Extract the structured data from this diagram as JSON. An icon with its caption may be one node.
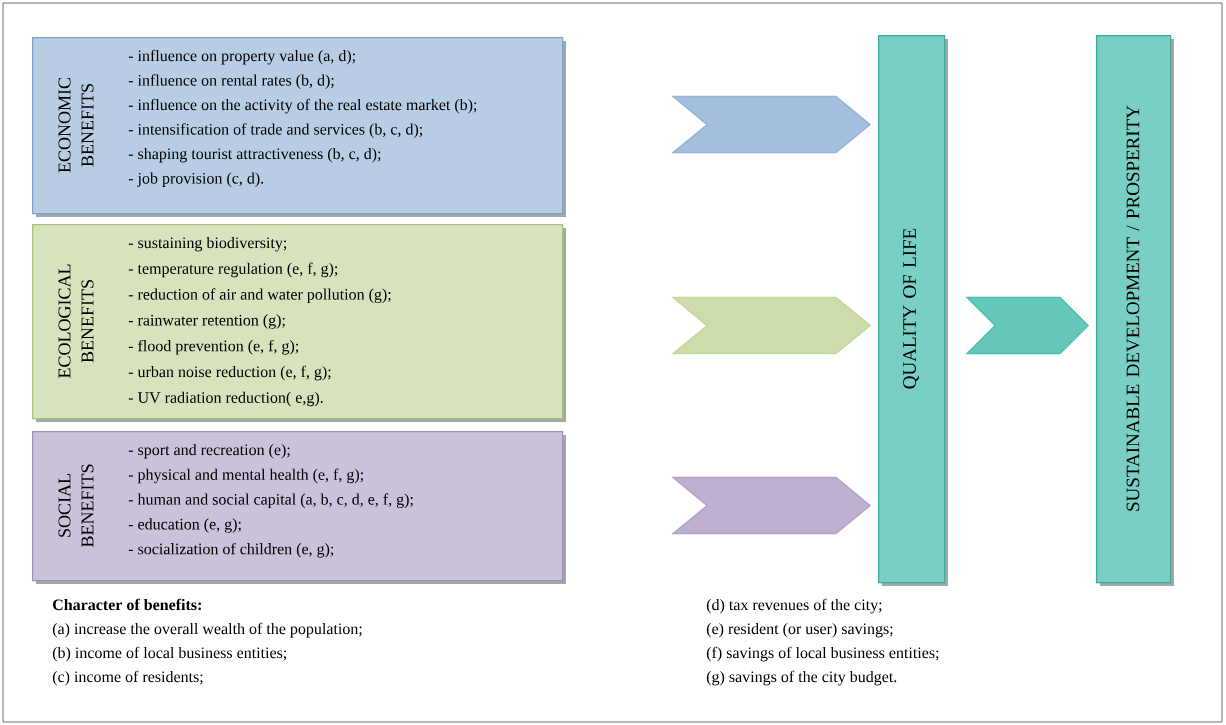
{
  "diagram": {
    "nodes": [
      {
        "text": [
          "ECONOMIC BENEFITS",
          "- influence on property value (a, d);",
          "- influence on rental rates  (b, d);",
          "- influence on the activity of the real estate market (b);",
          "- intensification of trade and services (b, c, d);",
          "- shaping tourist attractiveness (b, c, d);",
          "- job provision  (c, d)."
        ]
      },
      {
        "text": [
          "ECOLOGICAL BENEFITS",
          "- sustaining biodiversity;",
          "- temperature regulation (e, f, g);",
          "- reduction of air and water pollution (g);",
          "- rainwater retention (g);",
          "- flood prevention (e, f, g);",
          "- urban noise reduction (e, f, g);",
          "- UV radiation reduction( e,g)."
        ]
      },
      {
        "text": [
          "SOCIAL BENEFITS",
          "- sport and recreation (e);",
          "- physical and mental health (e, f, g);",
          "- human and social capital (a, b, c, d, e, f, g);",
          "- education (e, g);",
          "- socialization of children (e, g);"
        ]
      },
      {
        "text": [
          "QUALITY OF LIFE"
        ]
      },
      {
        "text": [
          "SUSTAINABLE DEVELOPMENT / PROSPERITY"
        ]
      }
    ],
    "edges": [
      {
        "from": 0,
        "to": 3,
        "arrow": "to",
        "color": "#95b3d7"
      },
      {
        "from": 1,
        "to": 3,
        "arrow": "to",
        "color": "#c3d69b"
      },
      {
        "from": 2,
        "to": 3,
        "arrow": "to",
        "color": "#b3a2c7"
      },
      {
        "from": 3,
        "to": 4,
        "arrow": "to",
        "color": "#4bbfae"
      }
    ],
    "labels": [
      "Character of benefits:",
      "(a) increase the overall wealth of the population;",
      "(b) income of local business entities;",
      "(c) income of residents;",
      "(d) tax revenues of the city;",
      "(e) resident (or user) savings;",
      "(f) savings of local business entities;",
      "(g) savings of the city budget."
    ]
  }
}
